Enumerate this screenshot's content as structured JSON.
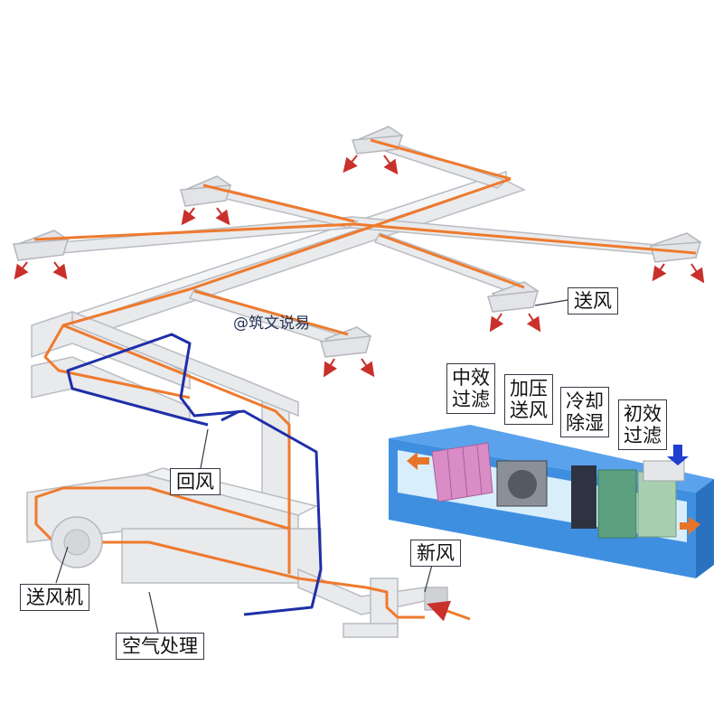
{
  "watermark": "@筑文说易",
  "labels": {
    "supply_air": "送风",
    "return_air": "回风",
    "fresh_air": "新风",
    "supply_fan": "送风机",
    "air_handling": "空气处理"
  },
  "ahu_sections": [
    {
      "line1": "中效",
      "line2": "过滤"
    },
    {
      "line1": "加压",
      "line2": "送风"
    },
    {
      "line1": "冷却",
      "line2": "除湿"
    },
    {
      "line1": "初效",
      "line2": "过滤"
    }
  ],
  "colors": {
    "supply_line": "#ee7a2e",
    "return_line": "#1f2fa8",
    "duct_fill": "#e9eaec",
    "duct_edge": "#b9bcc2",
    "ahu_casing": "#3f8fe0",
    "filter_medium": "#d98cc6",
    "coil": "#5ca080",
    "primary_filter": "#a7cfb0"
  }
}
